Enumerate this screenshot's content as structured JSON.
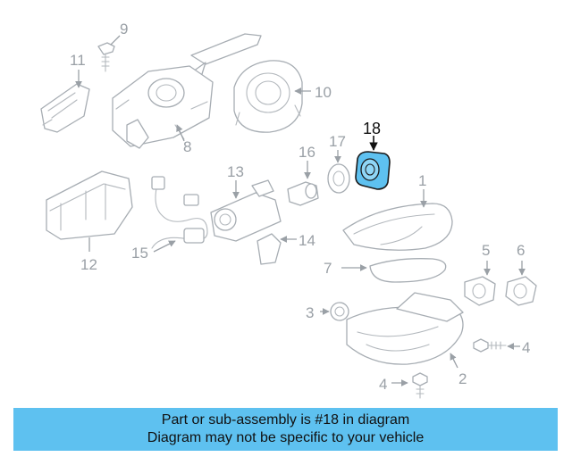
{
  "callouts": [
    "9",
    "11",
    "10",
    "8",
    "18",
    "13",
    "16",
    "17",
    "1",
    "12",
    "15",
    "14",
    "7",
    "5",
    "6",
    "3",
    "4",
    "2",
    "4"
  ],
  "highlight_color": "#5ec1f0",
  "banner": {
    "color": "#5ec1f0",
    "line1": "Part or sub-assembly is #18 in diagram",
    "line2": "Diagram may not be specific to your vehicle"
  }
}
